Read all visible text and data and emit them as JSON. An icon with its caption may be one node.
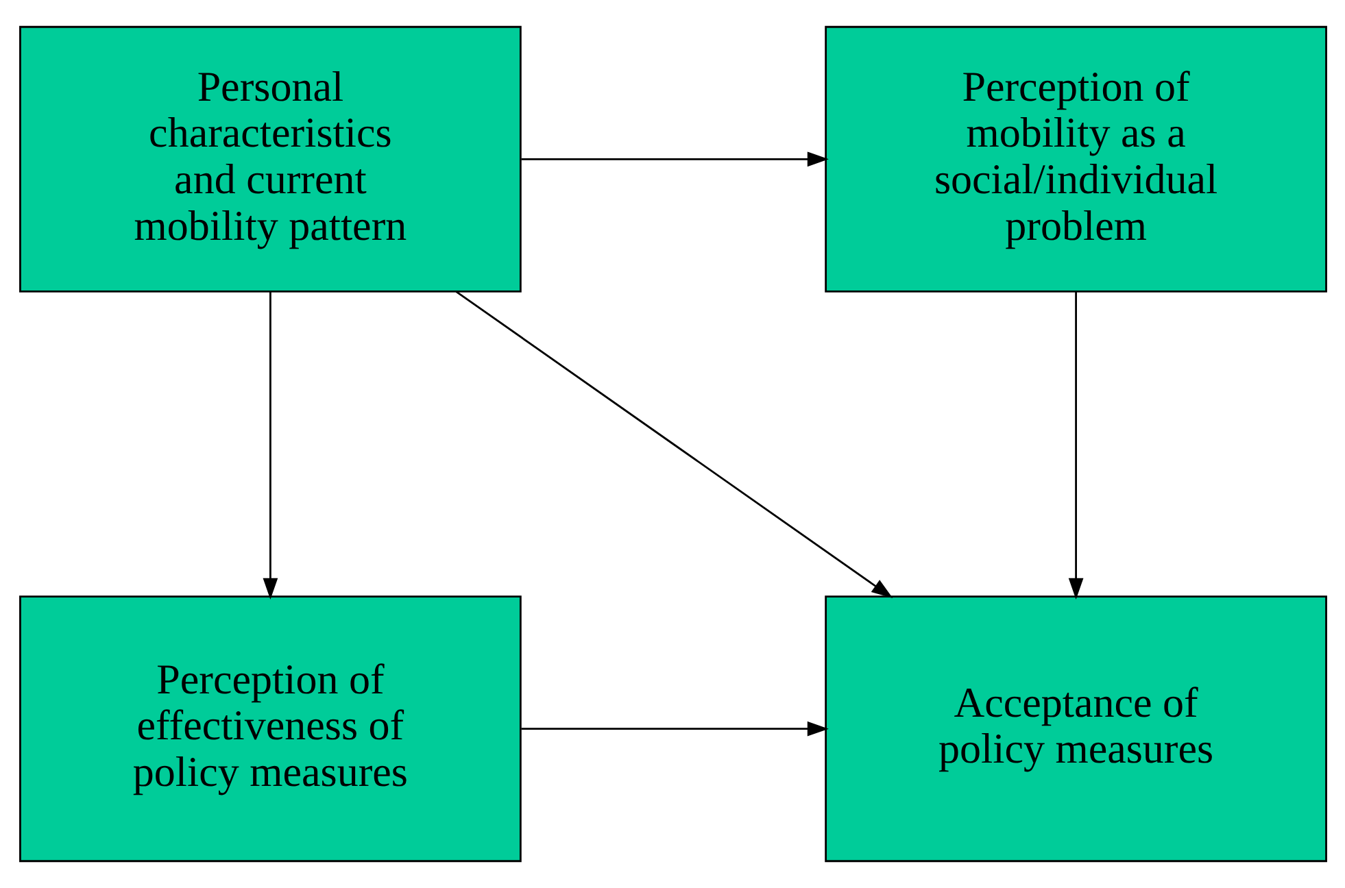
{
  "diagram": {
    "nodes": [
      {
        "text": [
          "Personal characteristics and current mobility pattern"
        ]
      },
      {
        "text": [
          "Perception of mobility as a social/individual problem"
        ]
      },
      {
        "text": [
          "Perception of effectiveness of policy measures"
        ]
      },
      {
        "text": [
          "Acceptance of policy measures"
        ]
      }
    ],
    "edges": [
      {
        "from": 0,
        "to": 1,
        "arrow": "to"
      },
      {
        "from": 0,
        "to": 2,
        "arrow": "to"
      },
      {
        "from": 0,
        "to": 3,
        "arrow": "to"
      },
      {
        "from": 1,
        "to": 3,
        "arrow": "to"
      },
      {
        "from": 2,
        "to": 3,
        "arrow": "to"
      }
    ]
  }
}
